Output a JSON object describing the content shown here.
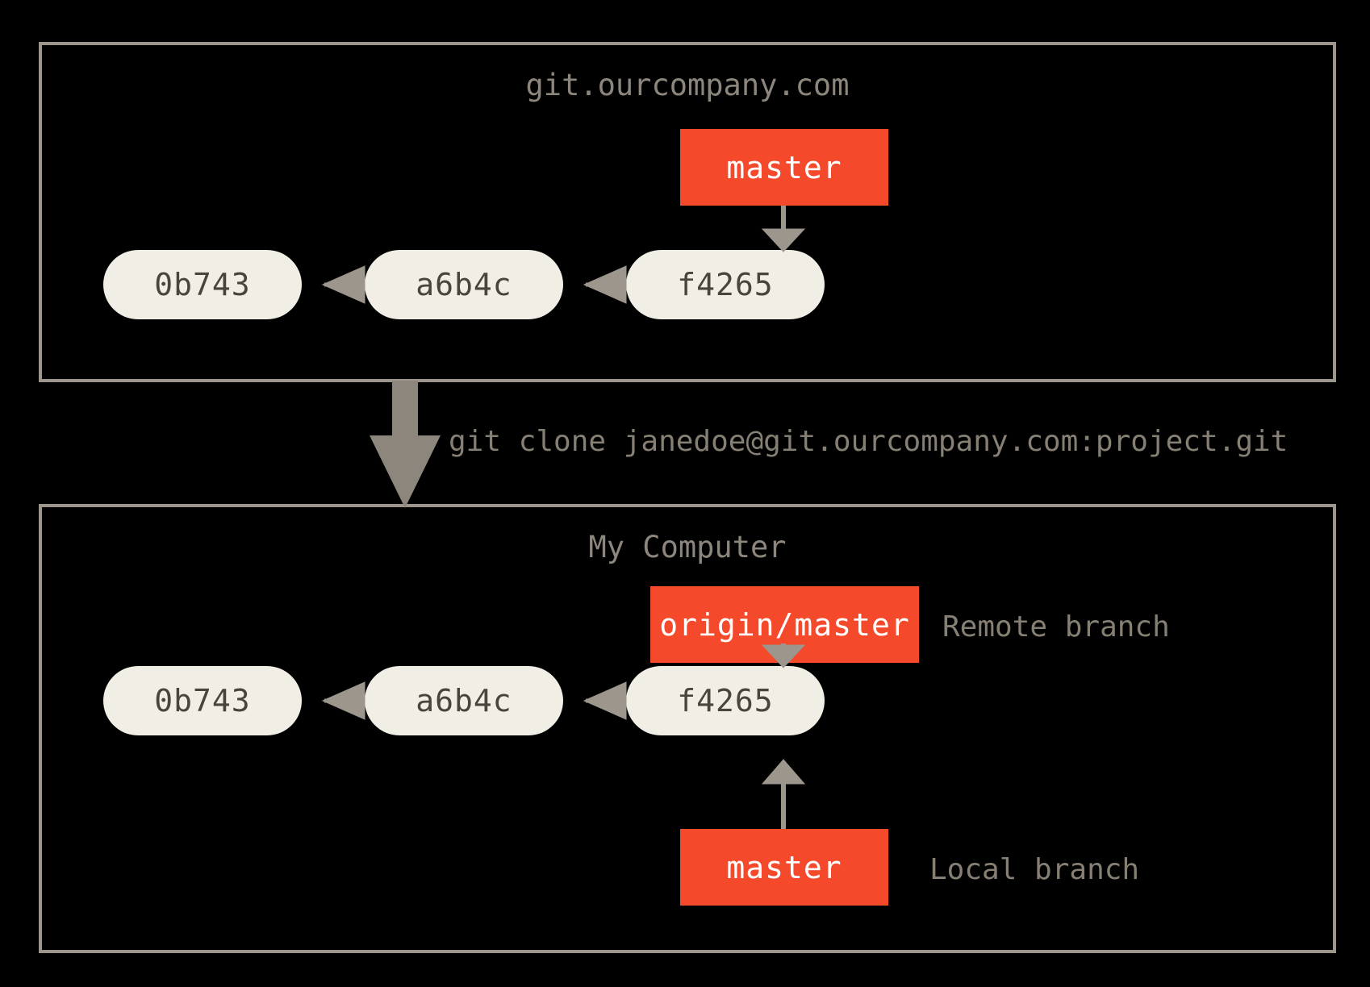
{
  "diagram": {
    "title": "git clone creating remote-tracking branch",
    "background_color": "#000000",
    "panel_border_color": "#9d968c",
    "commit_node_color": "#f0eee5",
    "commit_text_color": "#4a443c",
    "branch_box_color": "#f4492a",
    "branch_text_color": "#ffffff",
    "arrow_color": "#9d968c",
    "label_text_color": "#867f74"
  },
  "panels": [
    {
      "id": "remote",
      "title": "git.ourcompany.com",
      "commits": [
        "0b743",
        "a6b4c",
        "f4265"
      ],
      "branches": [
        {
          "label": "master",
          "points_to": "f4265",
          "position": "above"
        }
      ],
      "annotations": []
    },
    {
      "id": "local",
      "title": "My Computer",
      "commits": [
        "0b743",
        "a6b4c",
        "f4265"
      ],
      "branches": [
        {
          "label": "origin/master",
          "points_to": "f4265",
          "position": "above"
        },
        {
          "label": "master",
          "points_to": "f4265",
          "position": "below"
        }
      ],
      "annotations": [
        {
          "text": "Remote branch",
          "for": "origin/master"
        },
        {
          "text": "Local branch",
          "for": "master"
        }
      ]
    }
  ],
  "transition": {
    "command": "git clone janedoe@git.ourcompany.com:project.git",
    "direction": "down",
    "from_panel": "remote",
    "to_panel": "local"
  }
}
